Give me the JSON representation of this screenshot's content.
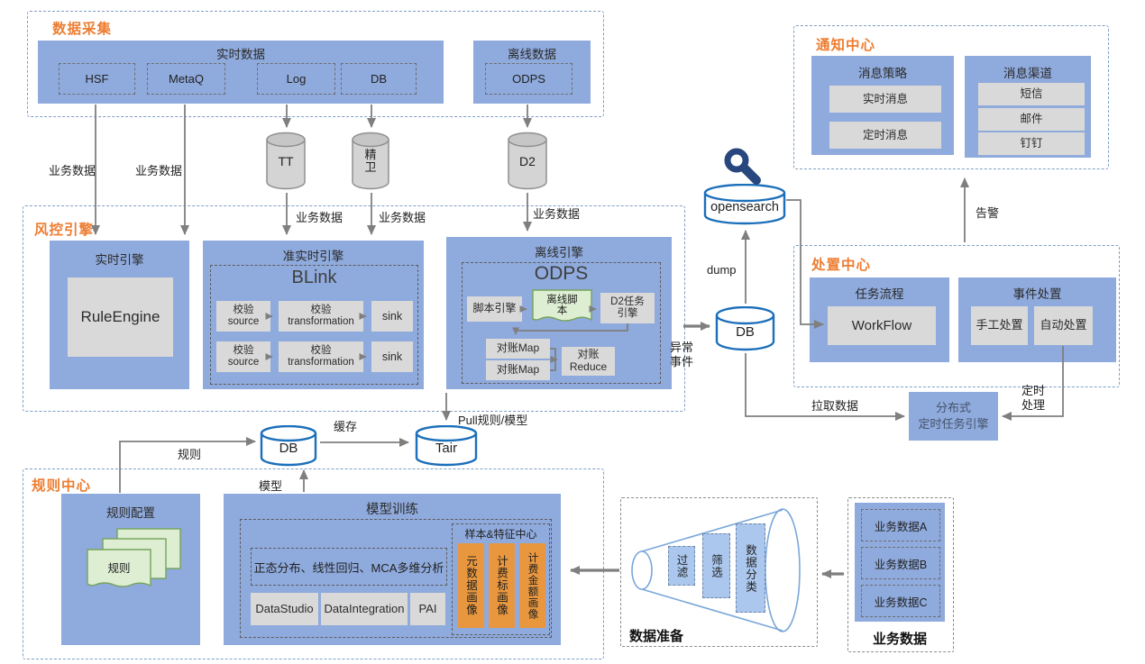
{
  "colors": {
    "accent_orange": "#ED7D31",
    "box_blue": "#8FAADC",
    "item_gray": "#D9D9D9",
    "bar_orange": "#E8973F",
    "cylinder_blue_stroke": "#1C6FBA",
    "arrow_gray": "#7F7F7F",
    "doc_green_fill": "#DDEED2",
    "doc_green_stroke": "#76A35C"
  },
  "labels": {
    "biz_data": "业务数据",
    "dump": "dump",
    "exception": "异常\n事件",
    "alert": "告警",
    "pull_data": "拉取数据",
    "timed": "定时\n处理",
    "pull_rule_model": "Pull规则/模型",
    "cache": "缓存",
    "rule": "规则",
    "model": "模型"
  },
  "data_collection": {
    "title": "数据采集",
    "realtime": {
      "title": "实时数据",
      "items": [
        "HSF",
        "MetaQ",
        "Log",
        "DB"
      ]
    },
    "offline": {
      "title": "离线数据",
      "item": "ODPS"
    }
  },
  "cylinders": {
    "tt": "TT",
    "jingwei": "精\n卫",
    "d2": "D2",
    "opensearch": "opensearch",
    "db_right": "DB",
    "db_mid": "DB",
    "tair": "Tair"
  },
  "risk_engine": {
    "title": "风控引擎",
    "realtime": {
      "title": "实时引擎",
      "core": "RuleEngine"
    },
    "quasi": {
      "title": "准实时引擎",
      "core": "BLink",
      "source": "校验\nsource",
      "transform": "校验\ntransformation",
      "sink": "sink"
    },
    "offline": {
      "title": "离线引擎",
      "core": "ODPS",
      "script_engine": "脚本引擎",
      "offline_script": "离线脚\n本",
      "d2_task": "D2任务\n引擎",
      "map": "对账Map",
      "reduce": "对账\nReduce"
    }
  },
  "notify": {
    "title": "通知中心",
    "strategy": {
      "title": "消息策略",
      "items": [
        "实时消息",
        "定时消息"
      ]
    },
    "channel": {
      "title": "消息渠道",
      "items": [
        "短信",
        "邮件",
        "钉钉"
      ]
    }
  },
  "dispose": {
    "title": "处置中心",
    "flow": {
      "title": "任务流程",
      "core": "WorkFlow"
    },
    "event": {
      "title": "事件处置",
      "items": [
        "手工处置",
        "自动处置"
      ]
    }
  },
  "dist_engine": "分布式\n定时任务引擎",
  "rule_center": {
    "title": "规则中心",
    "config": {
      "title": "规则配置",
      "doc": "规则"
    },
    "training": {
      "title": "模型训练",
      "analysis": "正态分布、线性回归、MCA多维分析",
      "tools": [
        "DataStudio",
        "DataIntegration",
        "PAI"
      ],
      "feature": {
        "title": "样本&特征中心",
        "bars": [
          "元数据画像",
          "计费标画像",
          "计费金额画像"
        ]
      }
    }
  },
  "data_prep": {
    "title": "数据准备",
    "stages": [
      "过滤",
      "筛选",
      "数据分类"
    ]
  },
  "biz_source": {
    "title": "业务数据",
    "items": [
      "业务数据A",
      "业务数据B",
      "业务数据C"
    ]
  }
}
